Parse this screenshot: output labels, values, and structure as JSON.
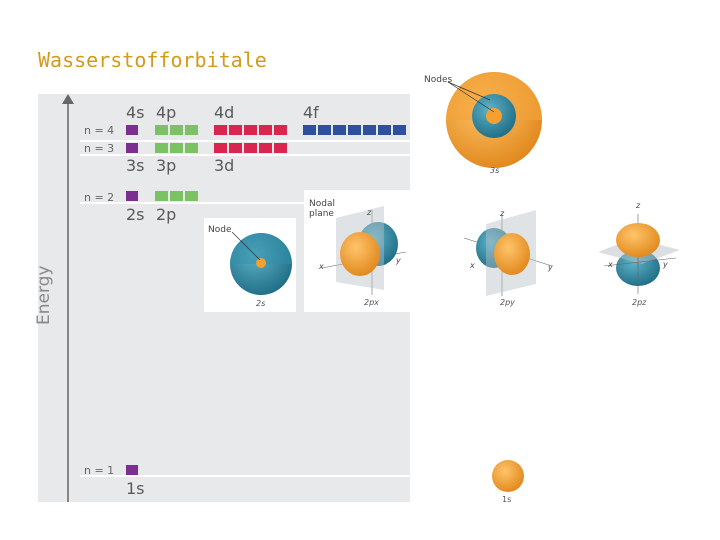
{
  "title": "Wasserstofforbitale",
  "diagram": {
    "axis_label": "Energy",
    "levels": [
      {
        "n_label": "n = 4",
        "labels_above": [
          "4s",
          "4p",
          "4d",
          "4f"
        ]
      },
      {
        "n_label": "n = 3",
        "labels_below": [
          "3s",
          "3p",
          "3d"
        ]
      },
      {
        "n_label": "n = 2",
        "labels_below": [
          "2s",
          "2p"
        ]
      },
      {
        "n_label": "n = 1",
        "labels_below": [
          "1s"
        ]
      }
    ],
    "colors": {
      "s": "#7b2f8e",
      "p": "#7ac264",
      "d": "#d8264e",
      "f": "#2f4fa0",
      "orbital_orange": "#f5a030",
      "orbital_teal": "#2b86a0"
    }
  },
  "orbitals": {
    "s3": {
      "annotation": "Nodes",
      "caption": "3s"
    },
    "s2": {
      "annotation": "Node",
      "caption": "2s"
    },
    "p2x": {
      "annotation_line1": "Nodal",
      "annotation_line2": "plane",
      "caption": "2px",
      "axes": [
        "z",
        "x",
        "y"
      ]
    },
    "p2y": {
      "caption": "2py",
      "axes": [
        "z",
        "x",
        "y"
      ]
    },
    "p2z": {
      "caption": "2pz",
      "axes": [
        "z",
        "x",
        "y"
      ]
    },
    "s1": {
      "caption": "1s"
    }
  }
}
